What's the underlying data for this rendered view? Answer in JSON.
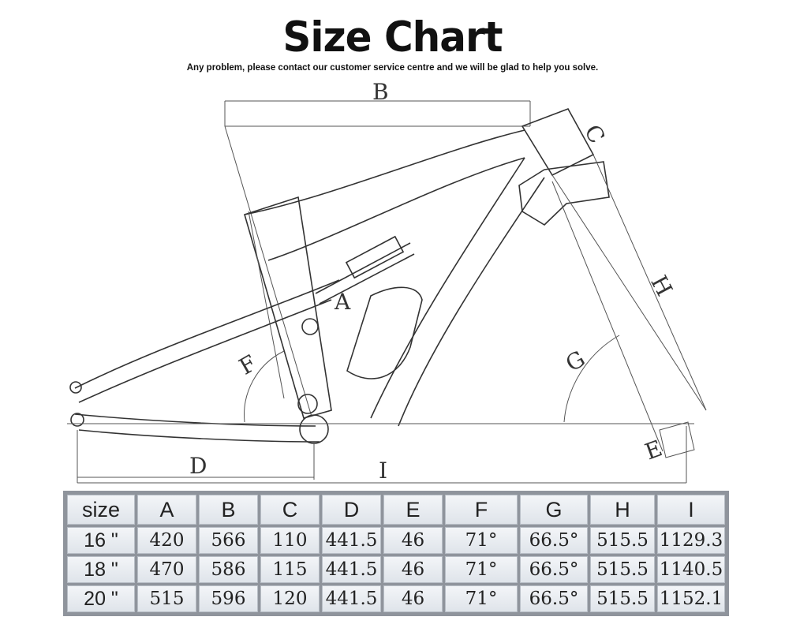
{
  "header": {
    "title": "Size Chart",
    "subtitle": "Any problem, please contact our customer service centre and we will be glad to help you solve."
  },
  "diagram": {
    "labels": [
      "A",
      "B",
      "C",
      "D",
      "E",
      "F",
      "G",
      "H",
      "I"
    ]
  },
  "table": {
    "headers": [
      "size",
      "A",
      "B",
      "C",
      "D",
      "E",
      "F",
      "G",
      "H",
      "I"
    ],
    "rows": [
      [
        "16 \"",
        "420",
        "566",
        "110",
        "441.5",
        "46",
        "71°",
        "66.5°",
        "515.5",
        "1129.3"
      ],
      [
        "18 \"",
        "470",
        "586",
        "115",
        "441.5",
        "46",
        "71°",
        "66.5°",
        "515.5",
        "1140.5"
      ],
      [
        "20 \"",
        "515",
        "596",
        "120",
        "441.5",
        "46",
        "71°",
        "66.5°",
        "515.5",
        "1152.1"
      ]
    ]
  }
}
